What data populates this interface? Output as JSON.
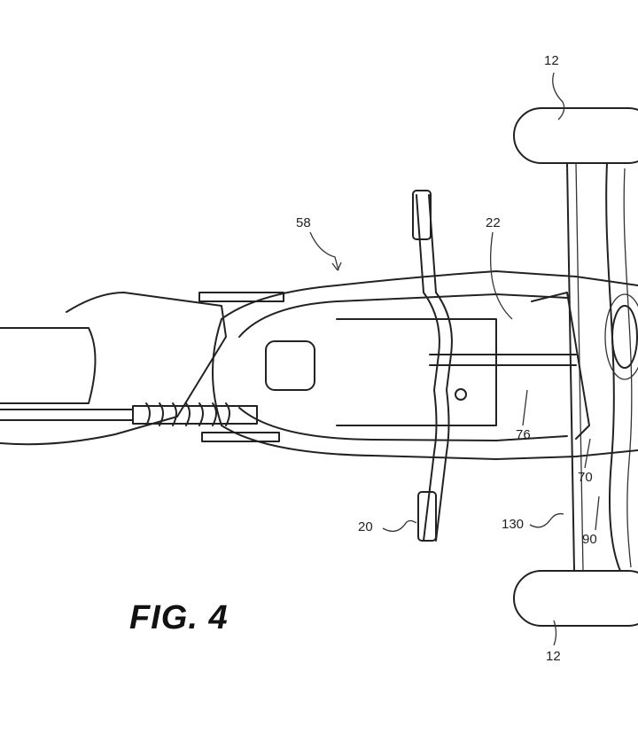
{
  "figure": {
    "title": "FIG. 4",
    "labels": {
      "wheel_top": "12",
      "wheel_bottom": "12",
      "frame": "58",
      "part_22": "22",
      "part_76": "76",
      "part_70": "70",
      "handlebar": "20",
      "axle": "130",
      "part_90": "90"
    }
  }
}
